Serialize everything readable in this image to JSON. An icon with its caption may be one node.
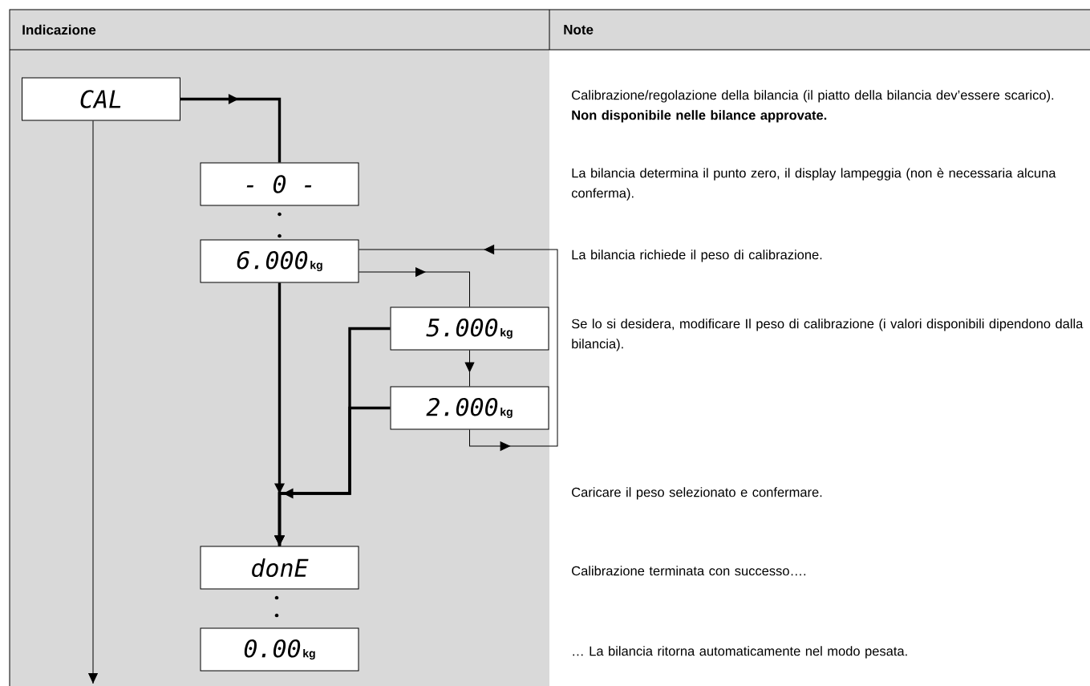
{
  "diagram": {
    "nodes": [
      {
        "text": [
          "CAL"
        ]
      },
      {
        "text": [
          "- 0 -"
        ]
      },
      {
        "text": [
          "6.000",
          "kg"
        ]
      },
      {
        "text": [
          "5.000",
          "kg"
        ]
      },
      {
        "text": [
          "2.000",
          "kg"
        ]
      },
      {
        "text": [
          "donE"
        ]
      },
      {
        "text": [
          "0.00",
          "kg"
        ]
      }
    ],
    "edges": [
      {
        "from": 0,
        "to": 1,
        "arrow": "to",
        "style": "thick"
      },
      {
        "from": 2,
        "to": 3,
        "arrow": "to"
      },
      {
        "from": 3,
        "to": 4,
        "arrow": "to"
      },
      {
        "from": 4,
        "to": 2,
        "arrow": "to"
      },
      {
        "from": 2,
        "to": 5,
        "arrow": "to",
        "style": "thick"
      },
      {
        "from": 3,
        "to": 5,
        "arrow": "to",
        "style": "thick"
      },
      {
        "from": 4,
        "to": 5,
        "arrow": "to",
        "style": "thick"
      },
      {
        "from": 0,
        "to": null,
        "arrow": "to"
      }
    ],
    "labels": [
      "Indicazione",
      "Note",
      "Calibrazione/regolazione della bilancia (il piatto della bilancia dev’essere scarico). **Non disponibile nelle bilance approvate.**",
      "La bilancia determina il punto zero, il display lampeggia (non è necessaria alcuna conferma).",
      "La bilancia richiede il peso di calibrazione.",
      "Se lo si desidera, modificare Il peso di calibrazione (i valori disponibili dipendono dalla bilancia).",
      "Caricare il peso selezionato e confermare.",
      "Calibrazione terminata con successo….",
      "… La bilancia ritorna automaticamente nel modo pesata."
    ]
  }
}
